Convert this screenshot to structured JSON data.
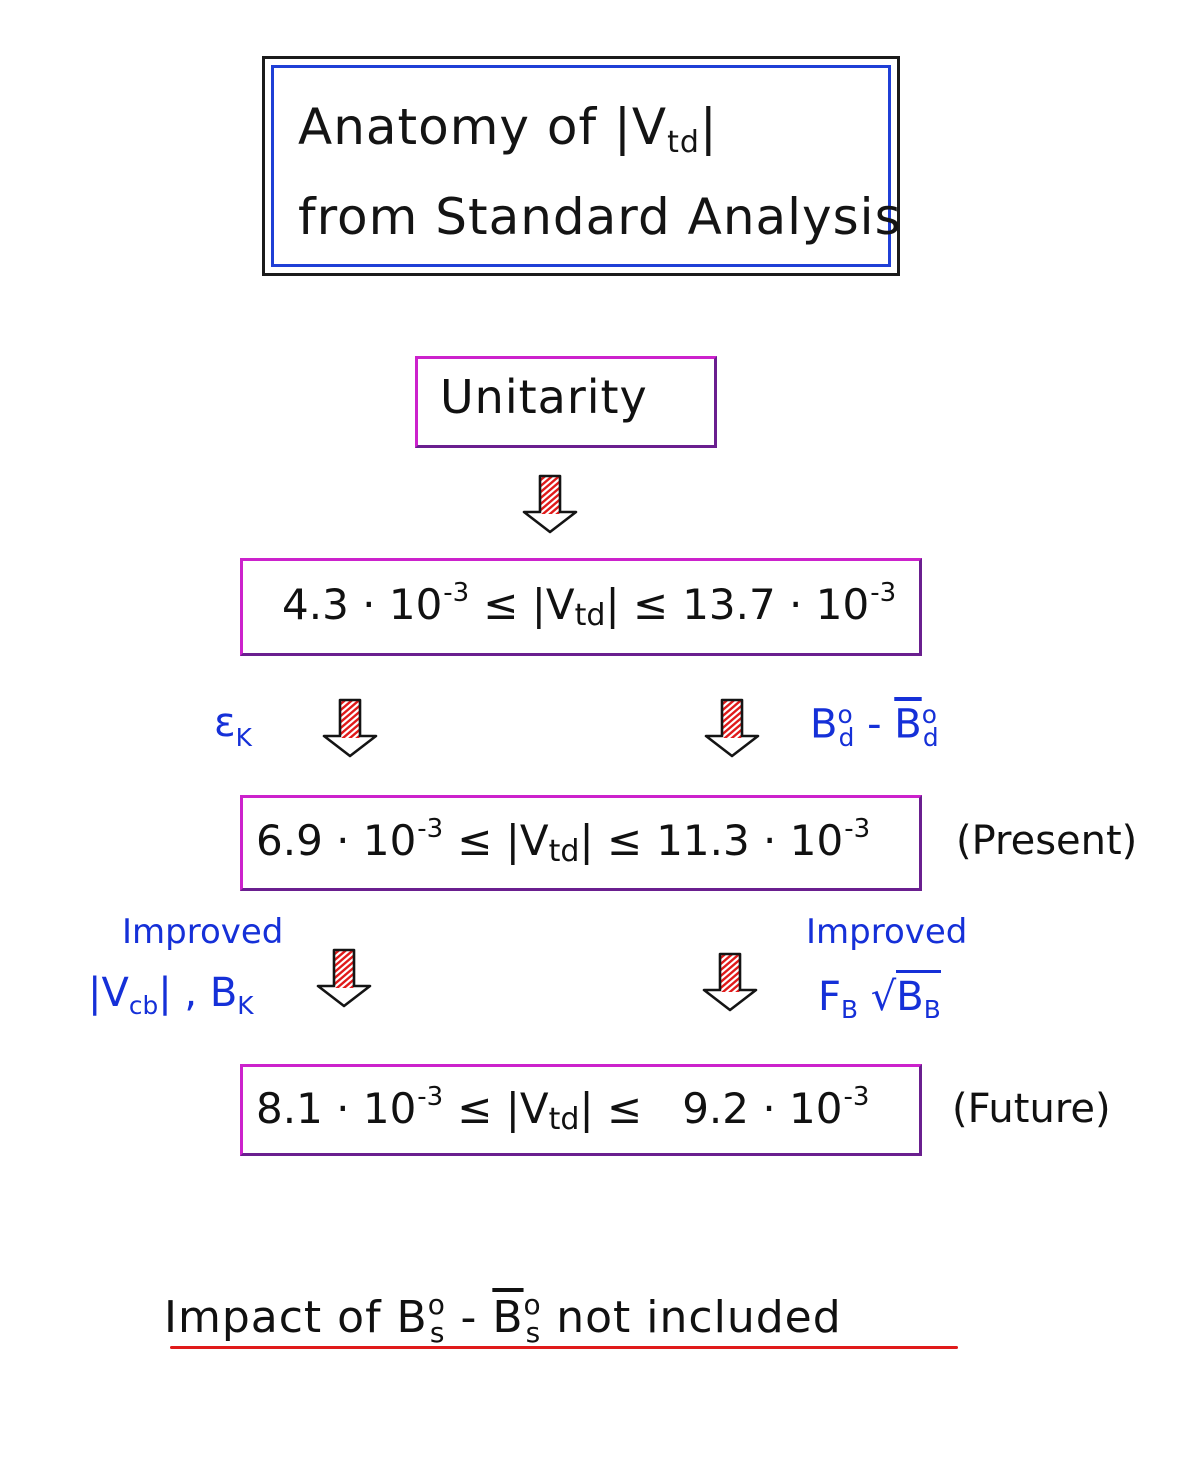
{
  "title": {
    "line1": "Anatomy of |V",
    "line1_sub": "td",
    "line1_end": "|",
    "line2": "from Standard Analysis"
  },
  "unitarity": {
    "label": "Unitarity"
  },
  "ranges": [
    {
      "lower": "4.3 · 10",
      "lower_exp": "-3",
      "middle": "≤ |V",
      "middle_sub": "td",
      "middle_end": "| ≤",
      "upper": "13.7 · 10",
      "upper_exp": "-3",
      "note": ""
    },
    {
      "lower": "6.9 · 10",
      "lower_exp": "-3",
      "middle": "≤ |V",
      "middle_sub": "td",
      "middle_end": "| ≤",
      "upper": "11.3 · 10",
      "upper_exp": "-3",
      "note": "(Present)"
    },
    {
      "lower": "8.1 · 10",
      "lower_exp": "-3",
      "middle": "≤ |V",
      "middle_sub": "td",
      "middle_end": "| ≤",
      "upper": "9.2 · 10",
      "upper_exp": "-3",
      "note": "(Future)"
    }
  ],
  "constraints": {
    "epsilon": {
      "symbol": "ε",
      "sub": "K"
    },
    "mixing_bd": {
      "b": "B",
      "sup": "o",
      "sub": "d",
      "dash": " - ",
      "bbar": "B"
    },
    "improved_left": {
      "word": "Improved",
      "vcb": "|V",
      "vcb_sub": "cb",
      "vcb_end": "| , B",
      "bk_sub": "K"
    },
    "improved_right": {
      "word": "Improved",
      "f": "F",
      "f_sub": "B",
      "sqrt": "√",
      "bb": "B",
      "bb_sub": "B"
    }
  },
  "footer": {
    "before": "Impact of  B",
    "sup": "o",
    "sub": "s",
    "dash": " - ",
    "bbar": "B",
    "after": "  not  included"
  },
  "colors": {
    "box_magenta": "#cc22cc",
    "title_blue": "#1f3fd6",
    "label_blue": "#1530d8",
    "arrow_red": "#e01a1a",
    "underline_red": "#e01a1a"
  },
  "icons": {
    "arrow": "hatched-down-arrow-icon"
  }
}
